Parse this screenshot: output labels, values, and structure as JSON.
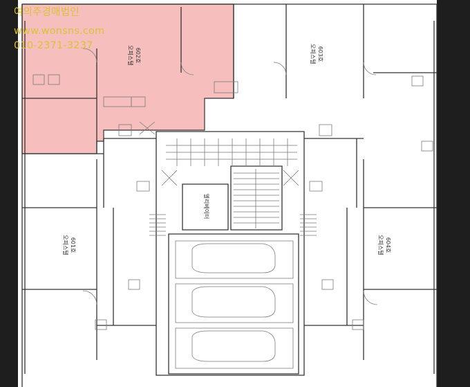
{
  "watermark": {
    "name": "여의주경매법인",
    "url": "www.wonsns.com",
    "phone": "010-2371-3237"
  },
  "units": [
    {
      "type": "오피스텔",
      "number": "602호",
      "highlighted": true
    },
    {
      "type": "오피스텔",
      "number": "603호",
      "highlighted": false
    },
    {
      "type": "오피스텔",
      "number": "601호",
      "highlighted": false
    },
    {
      "type": "오피스텔",
      "number": "604호",
      "highlighted": false
    }
  ],
  "core": {
    "elevator_label": "엘리베이터"
  },
  "colors": {
    "frame": "#1e1e1e",
    "highlight": "#f4a8a8",
    "watermark_text": "#d9c23a",
    "wall": "#333333",
    "line": "#7a7a7a"
  }
}
